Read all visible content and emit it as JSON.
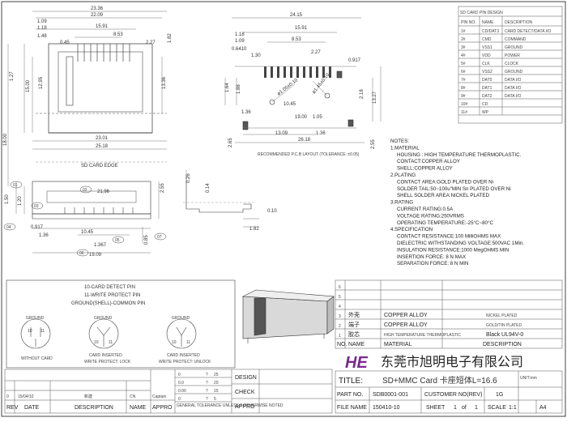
{
  "top_view_dims": [
    "23.36",
    "22.09",
    "1.09",
    "1.18",
    "1.48",
    "15.91",
    "8.53",
    "0.45",
    "2.27",
    "1.82",
    "1.27",
    "12.95",
    "15.00",
    "13.36",
    "18.00",
    "23.01",
    "25.18"
  ],
  "top_view_label": "SD CARD EDGE",
  "pcb_dims": [
    "24.15",
    "1.18",
    "1.09",
    "0.6410",
    "15.91",
    "8.53",
    "2.27",
    "0.917",
    "1.30",
    "1.64",
    "1.88",
    "ø1.05±0.10",
    "ø1.45±0.10",
    "2.18",
    "13.27",
    "10.45",
    "1.36",
    "19.00",
    "1.05",
    "13.09",
    "1.36",
    "2.65",
    "26.18",
    "2.55"
  ],
  "pcb_label": "RECOMMENDED P.C.B LAYOUT (TOLERANCE: ±0.05)",
  "side_view_dims": [
    "1.50",
    "1.20",
    "21.96",
    "2.55",
    "0.26",
    "0.14",
    "0.10",
    "1.82",
    "0.917",
    "1.36",
    "10.45",
    "1.367",
    "0.85",
    "19.09"
  ],
  "side_view_balloons": [
    "01",
    "02",
    "03",
    "04",
    "05",
    "06",
    "07"
  ],
  "pin_table": {
    "title": "SD CARD PIN DESIGN",
    "headers": [
      "PIN NO.",
      "NAME",
      "DESCRIPTION"
    ],
    "rows": [
      [
        "1#",
        "CD/DAT3",
        "CARD DETECT/DATA I/O"
      ],
      [
        "2#",
        "CMD",
        "COMMAND"
      ],
      [
        "3#",
        "VSS1",
        "GROUND"
      ],
      [
        "4#",
        "VDD",
        "POWER"
      ],
      [
        "5#",
        "CLK",
        "CLOCK"
      ],
      [
        "6#",
        "VSS2",
        "GROUND"
      ],
      [
        "7#",
        "DAT0",
        "DATA I/O"
      ],
      [
        "8#",
        "DAT1",
        "DATA I/O"
      ],
      [
        "9#",
        "DAT2",
        "DATA I/O"
      ],
      [
        "10#",
        "CD",
        ""
      ],
      [
        "11#",
        "WP",
        ""
      ]
    ]
  },
  "notes": [
    "NOTES:",
    "1.MATERIAL",
    "HOUSING : HIGH TEMPERATURE THERMOPLASTIC.",
    "CONTACT:COPPER ALLOY",
    "SHELL:COPPER ALLOY",
    "2.PLATING",
    "CONTACT AREA:GOLD PLATED OVER Ni",
    "SOLDER TAIL:50~100u\"MIN Sn PLATED OVER Ni",
    "SHELL SOLDER AREA:NICKEL PLATED",
    "3.RATING",
    "CURRENT RATING:0.5A",
    "VOLTAGE RATING:250VRMS",
    "OPERATING TEMPERATURE:-25°C~80°C",
    "4.SPECIFICATION",
    "CONTACT RESISTANCE:100 MilliOHMS MAX",
    "DIELECTRIC WITHSTANDING VOLTAGE:500VAC 1Min.",
    "INSULATION RESISTANCE:1000 MegOHMS MIN",
    "INSERTION FORCE: 8 N MAX",
    "SEPARATION FORCE: 8 N MIN"
  ],
  "detect": {
    "title": "10-CARD DETECT PIN",
    "line2": "11-WRITE PROTECT PIN",
    "line3": "GROUND(SHELL)-COMMON PIN",
    "ground": "GROUND",
    "pin10": "10",
    "pin11": "11",
    "c1": "WITHOUT CARD",
    "c2a": "CARD INSERTED",
    "c2b": "WRITE PROTECT: LOCK",
    "c3a": "CARD INSERTED",
    "c3b": "WRITE PROTECT: UNLOCK"
  },
  "bom": {
    "rownums": [
      "6",
      "5",
      "4",
      "3",
      "2",
      "1"
    ],
    "items": [
      [
        "3",
        "外壳",
        "COPPER ALLOY",
        "NICKEL PLATED"
      ],
      [
        "2",
        "端子",
        "COPPER ALLOY",
        "GOLD/TIN PLATED"
      ],
      [
        "1",
        "胶芯",
        "HIGH TEMPERATURE THERMOPLASTIC",
        "Black UL94V-0"
      ]
    ],
    "header": [
      "NO.",
      "NAME",
      "MATERIAL",
      "DESCRIPTION"
    ]
  },
  "company": {
    "logo": "HE",
    "name": "东莞市旭明电子有限公司"
  },
  "title_block": {
    "title_label": "TITLE:",
    "title": "SD+MMC Card 卡座短体L=16.6",
    "unit": "UNIT:mm",
    "part_no_label": "PART NO.",
    "part_no": "SDB0001-001",
    "customer_label": "CUSTOMER NO(REV)",
    "rev": "1G",
    "file_label": "FILE NAME",
    "file": "150410-10",
    "sheet_label": "SHEET",
    "sheet_no": "1",
    "sheet_of": "of",
    "sheet_total": "1",
    "scale_label": "SCALE",
    "scale": "1:1",
    "size": "A4"
  },
  "revision": {
    "row": [
      "0",
      "15/04/10",
      "新建",
      "CN",
      "Captain"
    ],
    "headers": [
      "REV",
      "DATE",
      "DESCRIPTION",
      "NAME",
      "APPRO"
    ],
    "tolerance_head": "GENERAL TOLERANCE UNLESS 0 OTHERWISE NOTED",
    "tol": [
      [
        "0",
        "?",
        "25"
      ],
      [
        "0.0",
        "?",
        "20"
      ],
      [
        "0.00",
        "?",
        "15"
      ],
      [
        "0",
        "?",
        "5"
      ]
    ],
    "roles": [
      "DESIGN",
      "CHECK",
      "APPRO"
    ]
  }
}
